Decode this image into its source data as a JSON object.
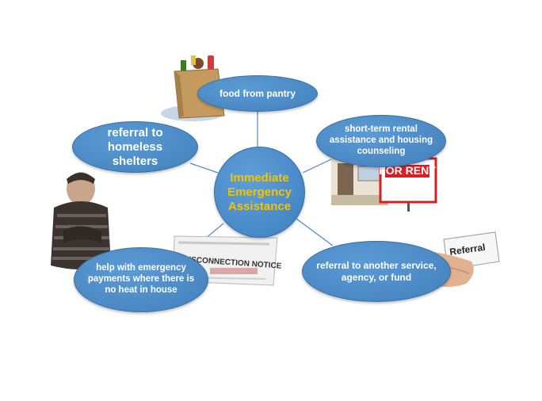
{
  "center": {
    "label": "Immediate Emergency Assistance"
  },
  "nodes": {
    "food": {
      "label": "food from pantry"
    },
    "homeless": {
      "label": "referral to homeless shelters"
    },
    "rental": {
      "label": "short-term rental assistance and housing counseling"
    },
    "heat": {
      "label": "help with emergency payments where there is no heat in house"
    },
    "referral": {
      "label": "referral to another service, agency, or fund"
    }
  },
  "images": {
    "for_rent_sign": "FOR RENT",
    "disconnection_notice": "DISCONNECTION NOTICE",
    "referral_card": "Referral"
  },
  "colors": {
    "node_fill": "#4a88c4",
    "center_text": "#f5c400",
    "connector": "#4a88c4"
  }
}
